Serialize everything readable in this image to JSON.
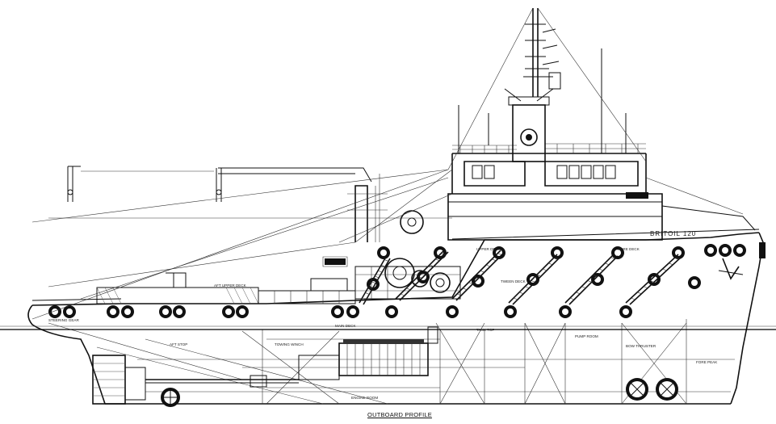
{
  "drawing": {
    "caption": "OUTBOARD PROFILE",
    "vessel_name": "BRITOIL 120",
    "labels": {
      "aft_upper_deck": "AFT UPPER DECK",
      "main_deck": "MAIN DECK",
      "upper_deck": "UPPER DECK",
      "tween_deck": "TWEEN DECK",
      "fore_deck": "FORE DECK",
      "tank_top": "TANK TOP",
      "engine_room": "ENGINE ROOM",
      "pump_room": "PUMP ROOM",
      "bow_thruster": "BOW THRUSTER",
      "fore_peak": "FORE PEAK",
      "steering_gear": "STEERING GEAR",
      "winch": "TOWING WINCH",
      "aft_stop": "AFT STOP"
    }
  }
}
